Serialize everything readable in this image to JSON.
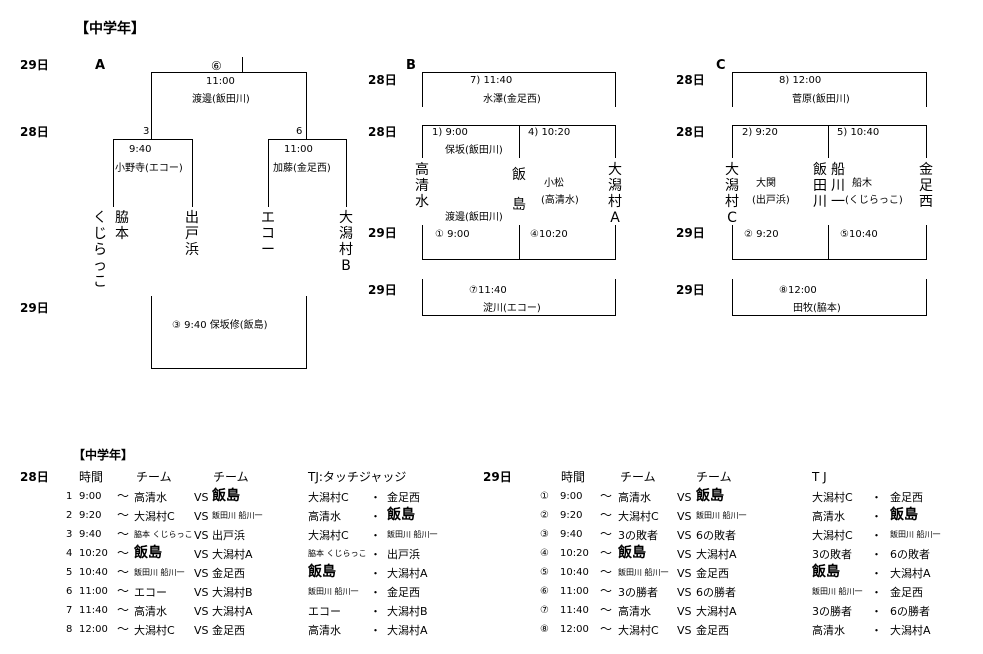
{
  "page_title": "【中学年】",
  "bracket_a": {
    "label": "A",
    "day_top": "29日",
    "day_mid": "28日",
    "day_bottom": "29日",
    "final_num": "⑥",
    "final_time": "11:00",
    "final_judge": "渡邊(飯田川)",
    "left_num": "3",
    "left_time": "9:40",
    "left_judge": "小野寺(エコー)",
    "right_num": "6",
    "right_time": "11:00",
    "right_judge": "加藤(金足西)",
    "teams": [
      "くじらっこ",
      "脇本",
      "出戸浜",
      "エコー",
      "大潟村B"
    ],
    "bottom_label": "③ 9:40 保坂修(飯島)"
  },
  "bracket_b": {
    "label": "B",
    "day_top": "28日",
    "day_mid": "28日",
    "day_lower": "29日",
    "day_bottom": "29日",
    "top_match": "7) 11:40",
    "top_judge": "水澤(金足西)",
    "m1": "1)  9:00",
    "m1_judge": "保坂(飯田川)",
    "m4": "4) 10:20",
    "m4_judge": "小松",
    "m4_judge2": "(高清水)",
    "teams": [
      "高清水",
      "飯島",
      "大潟村A"
    ],
    "lower_judge": "渡邊(飯田川)",
    "lower_m1": "① 9:00",
    "lower_m4": "④10:20",
    "bottom_match": "⑦11:40",
    "bottom_judge": "淀川(エコー)"
  },
  "bracket_c": {
    "label": "C",
    "day_top": "28日",
    "day_mid": "28日",
    "day_lower": "29日",
    "day_bottom": "29日",
    "top_match": "8) 12:00",
    "top_judge": "菅原(飯田川)",
    "m2": "2)  9:20",
    "m2_judge": "大関",
    "m2_judge2": "(出戸浜)",
    "m5": "5) 10:40",
    "m5_judge": "船木",
    "m5_judge2": "(くじらっこ)",
    "teams": [
      "大潟村C",
      "飯田川",
      "船川一",
      "金足西"
    ],
    "lower_m2": "② 9:20",
    "lower_m5": "⑤10:40",
    "bottom_match": "⑧12:00",
    "bottom_judge": "田牧(脇本)"
  },
  "schedule": {
    "title": "【中学年】",
    "day28": "28日",
    "day29": "29日",
    "headers_left": [
      "時間",
      "チーム",
      "チーム",
      "TJ:タッチジャッジ"
    ],
    "headers_right": [
      "時間",
      "チーム",
      "チーム",
      "T J"
    ],
    "rows28": [
      {
        "no": "1",
        "time": "9:00",
        "t1": "高清水",
        "vs": "VS",
        "t2": "飯島",
        "j1": "大潟村C",
        "dot": "・",
        "j2": "金足西"
      },
      {
        "no": "2",
        "time": "9:20",
        "t1": "大潟村C",
        "vs": "VS",
        "t2": "飯田川 船川一",
        "j1": "高清水",
        "dot": "・",
        "j2": "飯島"
      },
      {
        "no": "3",
        "time": "9:40",
        "t1": "脇本 くじらっこ",
        "vs": "VS",
        "t2": "出戸浜",
        "j1": "大潟村C",
        "dot": "・",
        "j2": "飯田川 船川一"
      },
      {
        "no": "4",
        "time": "10:20",
        "t1": "飯島",
        "vs": "VS",
        "t2": "大潟村A",
        "j1": "脇本 くじらっこ",
        "dot": "・",
        "j2": "出戸浜"
      },
      {
        "no": "5",
        "time": "10:40",
        "t1": "飯田川 船川一",
        "vs": "VS",
        "t2": "金足西",
        "j1": "飯島",
        "dot": "・",
        "j2": "大潟村A"
      },
      {
        "no": "6",
        "time": "11:00",
        "t1": "エコー",
        "vs": "VS",
        "t2": "大潟村B",
        "j1": "飯田川 船川一",
        "dot": "・",
        "j2": "金足西"
      },
      {
        "no": "7",
        "time": "11:40",
        "t1": "高清水",
        "vs": "VS",
        "t2": "大潟村A",
        "j1": "エコー",
        "dot": "・",
        "j2": "大潟村B"
      },
      {
        "no": "8",
        "time": "12:00",
        "t1": "大潟村C",
        "vs": "VS",
        "t2": "金足西",
        "j1": "高清水",
        "dot": "・",
        "j2": "大潟村A"
      }
    ],
    "rows29": [
      {
        "no": "①",
        "time": "9:00",
        "t1": "高清水",
        "vs": "VS",
        "t2": "飯島",
        "j1": "大潟村C",
        "dot": "・",
        "j2": "金足西"
      },
      {
        "no": "②",
        "time": "9:20",
        "t1": "大潟村C",
        "vs": "VS",
        "t2": "飯田川 船川一",
        "j1": "高清水",
        "dot": "・",
        "j2": "飯島"
      },
      {
        "no": "③",
        "time": "9:40",
        "t1": "3の敗者",
        "vs": "VS",
        "t2": "6の敗者",
        "j1": "大潟村C",
        "dot": "・",
        "j2": "飯田川 船川一"
      },
      {
        "no": "④",
        "time": "10:20",
        "t1": "飯島",
        "vs": "VS",
        "t2": "大潟村A",
        "j1": "3の敗者",
        "dot": "・",
        "j2": "6の敗者"
      },
      {
        "no": "⑤",
        "time": "10:40",
        "t1": "飯田川 船川一",
        "vs": "VS",
        "t2": "金足西",
        "j1": "飯島",
        "dot": "・",
        "j2": "大潟村A"
      },
      {
        "no": "⑥",
        "time": "11:00",
        "t1": "3の勝者",
        "vs": "VS",
        "t2": "6の勝者",
        "j1": "飯田川 船川一",
        "dot": "・",
        "j2": "金足西"
      },
      {
        "no": "⑦",
        "time": "11:40",
        "t1": "高清水",
        "vs": "VS",
        "t2": "大潟村A",
        "j1": "3の勝者",
        "dot": "・",
        "j2": "6の勝者"
      },
      {
        "no": "⑧",
        "time": "12:00",
        "t1": "大潟村C",
        "vs": "VS",
        "t2": "金足西",
        "j1": "高清水",
        "dot": "・",
        "j2": "大潟村A"
      }
    ]
  }
}
